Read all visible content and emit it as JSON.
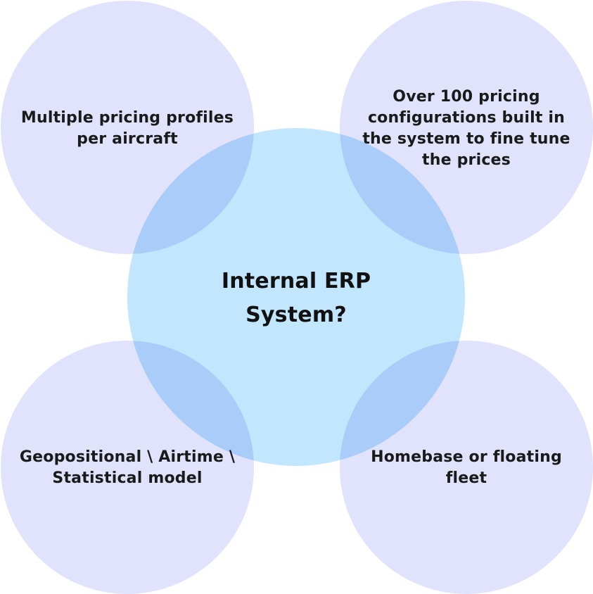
{
  "diagram": {
    "center": {
      "line1": "Internal ERP",
      "line2": "System?"
    },
    "top_left": {
      "line1": "Multiple pricing profiles",
      "line2": "per aircraft"
    },
    "top_right": {
      "line1": "Over 100 pricing",
      "line2": "configurations built in",
      "line3": "the system to fine tune",
      "line4": "the prices"
    },
    "bottom_left": {
      "line1": "Geopositional \\ Airtime \\",
      "line2": "Statistical model"
    },
    "bottom_right": {
      "line1": "Homebase or floating",
      "line2": "fleet"
    }
  },
  "colors": {
    "outer_circle": "#e0e3fb",
    "center_circle": "#c2e6fd",
    "text": "#1a1a1a"
  }
}
